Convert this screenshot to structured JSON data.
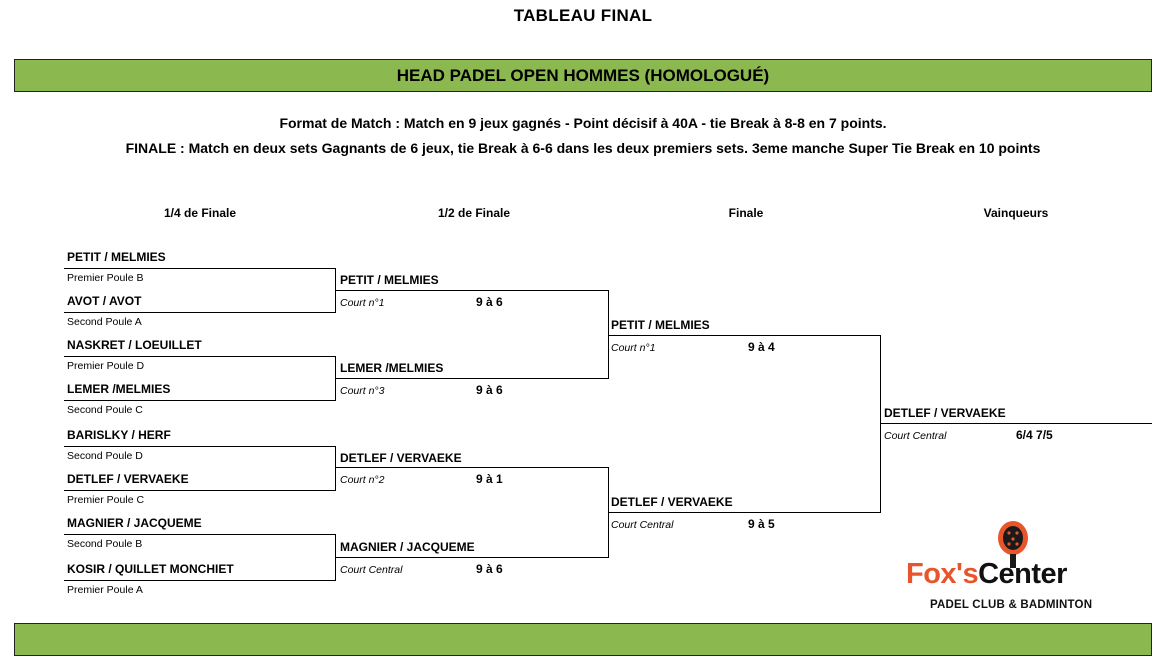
{
  "header": {
    "title": "TABLEAU FINAL",
    "banner": "HEAD PADEL OPEN HOMMES (HOMOLOGUÉ)",
    "format_line1": "Format de Match : Match en 9 jeux gagnés - Point décisif à 40A - tie Break à 8-8 en 7 points.",
    "format_line2": "FINALE : Match en deux sets Gagnants de 6 jeux, tie Break à 6-6 dans les deux premiers sets. 3eme manche Super Tie Break en 10 points"
  },
  "rounds": {
    "quarter": "1/4 de Finale",
    "semi": "1/2 de Finale",
    "final": "Finale",
    "winners": "Vainqueurs"
  },
  "quarterfinal_teams": [
    {
      "team": "PETIT / MELMIES",
      "seed": "Premier Poule B"
    },
    {
      "team": "AVOT / AVOT",
      "seed": "Second Poule A"
    },
    {
      "team": "NASKRET / LOEUILLET",
      "seed": "Premier Poule D"
    },
    {
      "team": "LEMER /MELMIES",
      "seed": "Second Poule C"
    },
    {
      "team": "BARISLKY / HERF",
      "seed": "Second Poule D"
    },
    {
      "team": "DETLEF / VERVAEKE",
      "seed": "Premier Poule C"
    },
    {
      "team": "MAGNIER / JACQUEME",
      "seed": "Second Poule B"
    },
    {
      "team": "KOSIR / QUILLET MONCHIET",
      "seed": "Premier Poule A"
    }
  ],
  "semifinal_entries": [
    {
      "team": "PETIT / MELMIES",
      "court": "Court n°1",
      "score": "9 à 6"
    },
    {
      "team": "LEMER /MELMIES",
      "court": "Court n°3",
      "score": "9 à 6"
    },
    {
      "team": "DETLEF / VERVAEKE",
      "court": "Court n°2",
      "score": "9 à 1"
    },
    {
      "team": "MAGNIER / JACQUEME",
      "court": "Court Central",
      "score": "9 à 6"
    }
  ],
  "final_entries": [
    {
      "team": "PETIT / MELMIES",
      "court": "Court n°1",
      "score": "9 à 4"
    },
    {
      "team": "DETLEF / VERVAEKE",
      "court": "Court Central",
      "score": "9 à 5"
    }
  ],
  "winner": {
    "team": "DETLEF / VERVAEKE",
    "court": "Court Central",
    "score": "6/4 7/5"
  },
  "logo": {
    "fox": "Fox's",
    "center": "Center",
    "tagline": "PADEL CLUB & BADMINTON",
    "icon": "padel-racket-icon"
  },
  "colors": {
    "banner": "#8cb850",
    "logo_orange": "#e8552b"
  }
}
